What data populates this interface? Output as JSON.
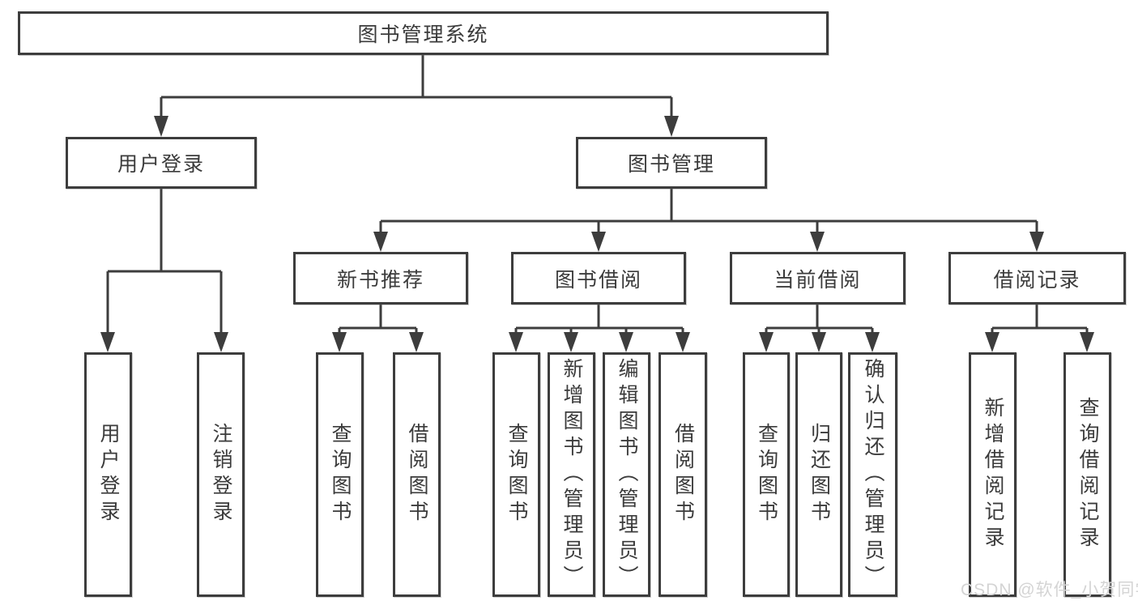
{
  "diagram": {
    "type": "hierarchy-tree",
    "root": {
      "label": "图书管理系统"
    },
    "level2": [
      {
        "label": "用户登录"
      },
      {
        "label": "图书管理"
      }
    ],
    "level3": [
      {
        "label": "新书推荐"
      },
      {
        "label": "图书借阅"
      },
      {
        "label": "当前借阅"
      },
      {
        "label": "借阅记录"
      }
    ],
    "leaves": {
      "user_login": [
        "用户登录",
        "注销登录"
      ],
      "new_book_recommend": [
        "查询图书",
        "借阅图书"
      ],
      "book_borrow": [
        "查询图书",
        "新增图书（管理员）",
        "编辑图书（管理员）",
        "借阅图书"
      ],
      "current_borrow": [
        "查询图书",
        "归还图书",
        "确认归还（管理员）"
      ],
      "borrow_record": [
        "新增借阅记录",
        "查询借阅记录"
      ]
    },
    "watermark": "CSDN @软件_小贺同学",
    "colors": {
      "line": "#3d3d3d",
      "text": "#3b3b3b",
      "box_background": "#ffffff",
      "watermark": "#d4d4d4"
    }
  }
}
